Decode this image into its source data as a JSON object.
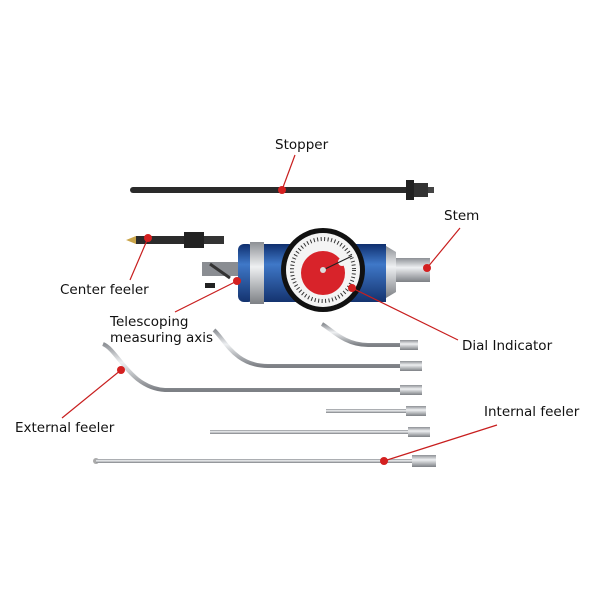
{
  "labels": {
    "stopper": "Stopper",
    "stem": "Stem",
    "center_feeler": "Center feeler",
    "telescoping_line1": "Telescoping",
    "telescoping_line2": "measuring axis",
    "dial_indicator": "Dial Indicator",
    "external_feeler": "External feeler",
    "internal_feeler": "Internal feeler"
  },
  "colors": {
    "callout": "#c81e1e",
    "body_blue": "#1f4f9e",
    "dial_red": "#d8232a",
    "steel": "#b9bcc0"
  }
}
